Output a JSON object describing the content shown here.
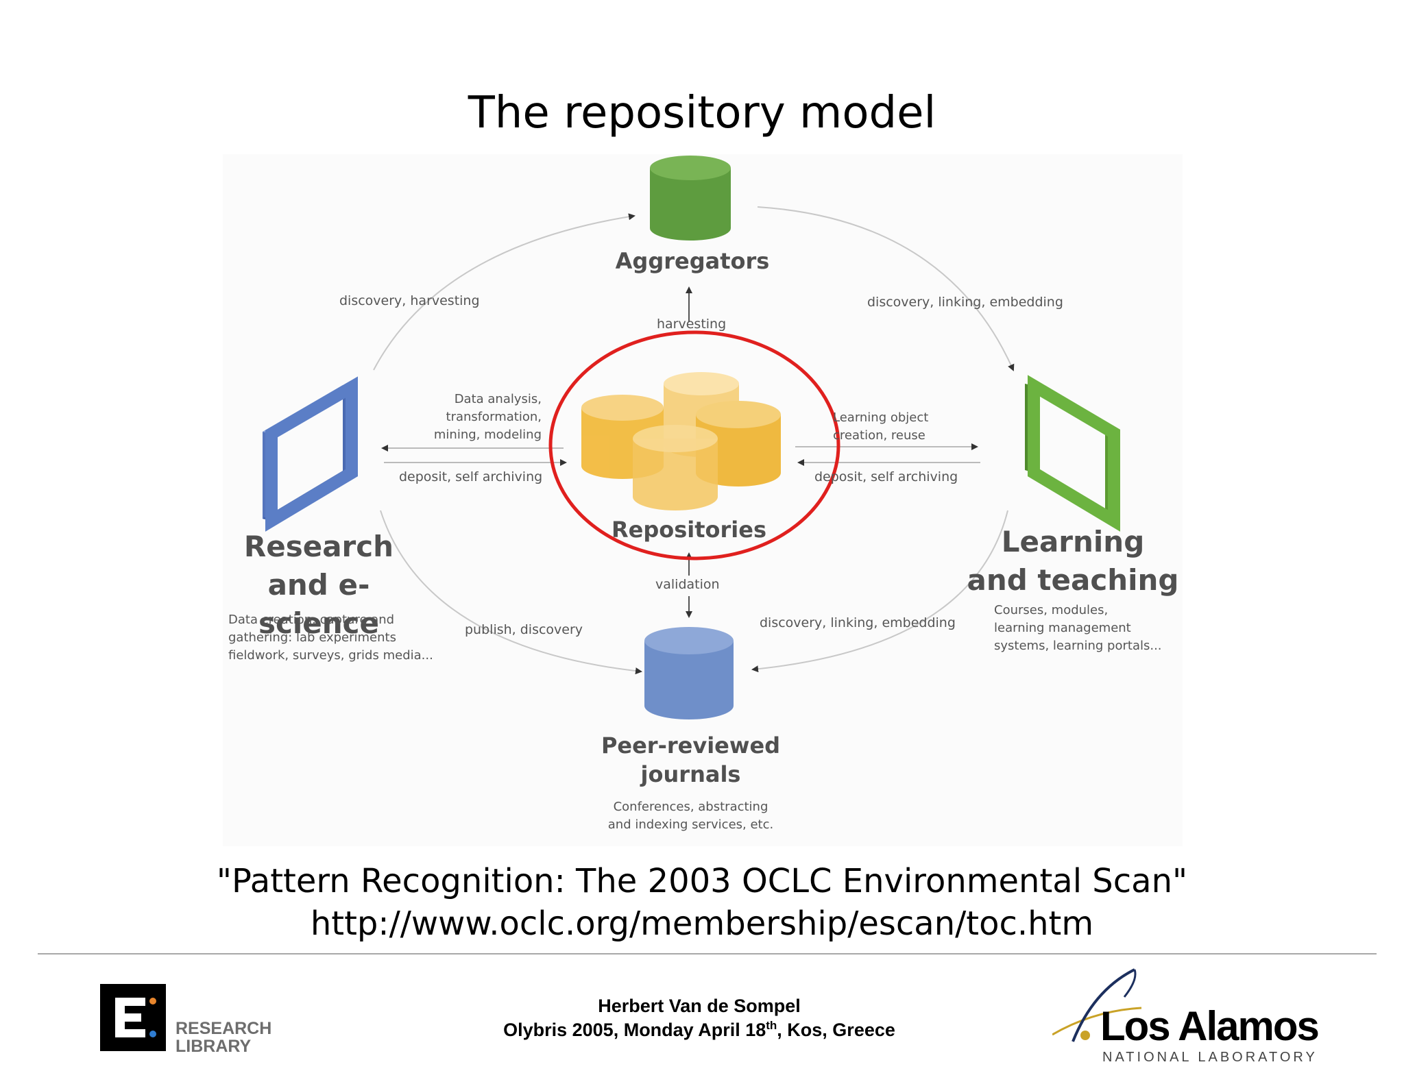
{
  "slide": {
    "title": "The repository model"
  },
  "diagram": {
    "nodes": {
      "aggregators": {
        "title": "Aggregators"
      },
      "repositories": {
        "title": "Repositories"
      },
      "research": {
        "title_line1": "Research",
        "title_line2": "and e-science",
        "desc_line1": "Data creation, capture and",
        "desc_line2": "gathering: lab experiments",
        "desc_line3": "fieldwork, surveys, grids media..."
      },
      "learning": {
        "title_line1": "Learning",
        "title_line2": "and teaching",
        "desc_line1": "Courses, modules,",
        "desc_line2": "learning management",
        "desc_line3": "systems, learning portals..."
      },
      "journals": {
        "title_line1": "Peer-reviewed",
        "title_line2": "journals",
        "desc_line1": "Conferences, abstracting",
        "desc_line2": "and indexing services, etc."
      }
    },
    "edge_labels": {
      "discovery_harvesting": "discovery, harvesting",
      "discovery_linking_top": "discovery, linking, embedding",
      "harvesting": "harvesting",
      "data_analysis_1": "Data analysis,",
      "data_analysis_2": "transformation,",
      "data_analysis_3": "mining, modeling",
      "deposit_left": "deposit, self archiving",
      "learning_object_1": "Learning object",
      "learning_object_2": "creation, reuse",
      "deposit_right": "deposit, self archiving",
      "validation": "validation",
      "publish_discovery": "publish, discovery",
      "discovery_linking_bottom": "discovery, linking, embedding"
    },
    "colors": {
      "aggregators": "#5b9a3e",
      "repositories": "#f2b938",
      "research": "#5b7ec6",
      "learning": "#6cb340",
      "journals": "#6f8fc9",
      "highlight": "#e0201e"
    }
  },
  "citation": {
    "line1": "\"Pattern Recognition: The 2003 OCLC Environmental Scan\"",
    "line2": "http://www.oclc.org/membership/escan/toc.htm"
  },
  "footer": {
    "author": "Herbert Van de Sompel",
    "event_before": "Olybris 2005, Monday April 18",
    "event_sup": "th",
    "event_after": ", Kos, Greece",
    "research_library_line1": "RESEARCH",
    "research_library_line2": "LIBRARY",
    "los_alamos_name": "Los Alamos",
    "los_alamos_sub": "NATIONAL LABORATORY"
  }
}
